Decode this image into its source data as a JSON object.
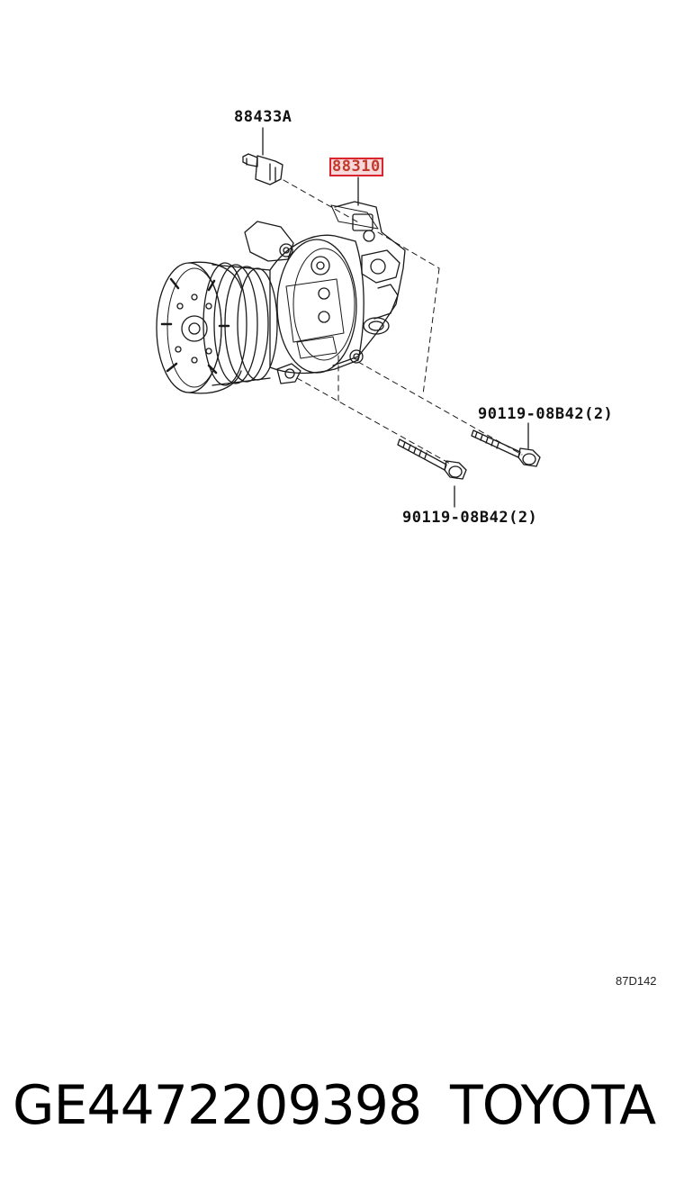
{
  "diagram": {
    "labels": {
      "switch": "88433A",
      "compressor": "88310",
      "bolt_right": "90119-08B42(2)",
      "bolt_lower": "90119-08B42(2)"
    },
    "highlighted_part": "88310",
    "highlight_color": "#d9262c",
    "diagram_code": "87D142"
  },
  "footer": {
    "part_number": "GE4472209398",
    "brand": "TOYOTA"
  }
}
